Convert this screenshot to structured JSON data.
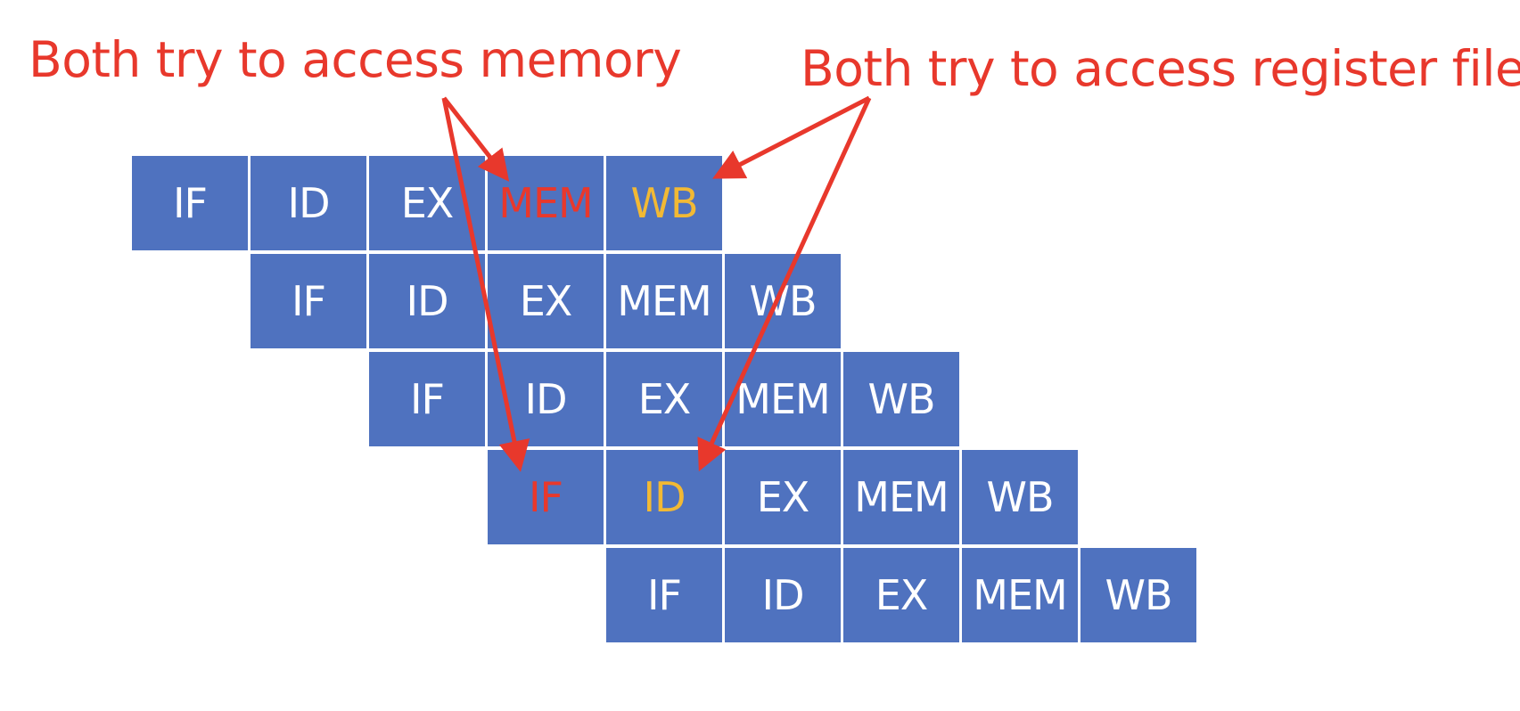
{
  "colors": {
    "cell_fill": "#4f72bf",
    "cell_text": "#ffffff",
    "annotation": "#e8382c",
    "arrow": "#e8382c",
    "highlight_red": "#e8382c",
    "highlight_yellow": "#f2b934"
  },
  "annotations": {
    "memory": "Both try to access memory",
    "register_file": "Both try to access register file"
  },
  "pipeline": {
    "rows": [
      {
        "start": 0,
        "stages": [
          {
            "label": "IF"
          },
          {
            "label": "ID"
          },
          {
            "label": "EX"
          },
          {
            "label": "MEM",
            "highlight": "red"
          },
          {
            "label": "WB",
            "highlight": "yellow"
          }
        ]
      },
      {
        "start": 1,
        "stages": [
          {
            "label": "IF"
          },
          {
            "label": "ID"
          },
          {
            "label": "EX"
          },
          {
            "label": "MEM"
          },
          {
            "label": "WB"
          }
        ]
      },
      {
        "start": 2,
        "stages": [
          {
            "label": "IF"
          },
          {
            "label": "ID"
          },
          {
            "label": "EX"
          },
          {
            "label": "MEM"
          },
          {
            "label": "WB"
          }
        ]
      },
      {
        "start": 3,
        "stages": [
          {
            "label": "IF",
            "highlight": "red"
          },
          {
            "label": "ID",
            "highlight": "yellow"
          },
          {
            "label": "EX"
          },
          {
            "label": "MEM"
          },
          {
            "label": "WB"
          }
        ]
      },
      {
        "start": 4,
        "stages": [
          {
            "label": "IF"
          },
          {
            "label": "ID"
          },
          {
            "label": "EX"
          },
          {
            "label": "MEM"
          },
          {
            "label": "WB"
          }
        ]
      }
    ]
  }
}
